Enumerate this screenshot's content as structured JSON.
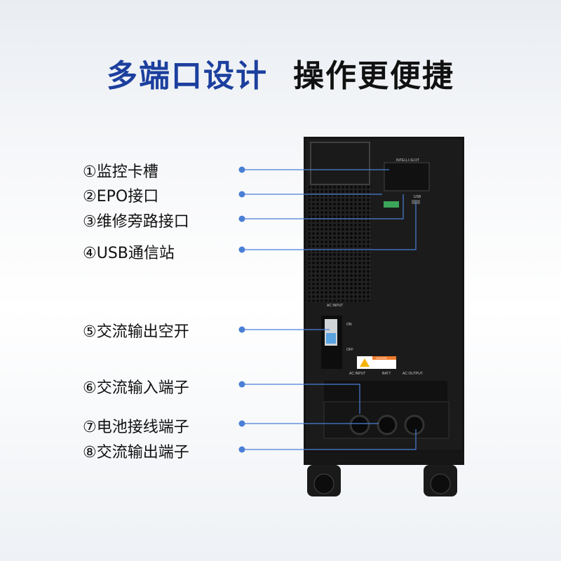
{
  "title": {
    "part1": "多端口设计",
    "part2": "操作更便捷"
  },
  "features": [
    {
      "label": "①监控卡槽"
    },
    {
      "label": "②EPO接口"
    },
    {
      "label": "③维修旁路接口"
    },
    {
      "label": "④USB通信站"
    },
    {
      "label": "⑤交流输出空开"
    },
    {
      "label": "⑥交流输入端子"
    },
    {
      "label": "⑦电池接线端子"
    },
    {
      "label": "⑧交流输出端子"
    }
  ],
  "device": {
    "slot_label": "INTELLI-SLOT",
    "usb_label": "USB",
    "breaker_title": "AC INPUT",
    "on": "ON",
    "off": "OFF",
    "caution": "CAUTION",
    "term_in": "AC INPUT",
    "term_batt": "BATT",
    "term_out": "AC OUTPUT"
  },
  "colors": {
    "accent": "#1c3f9e",
    "line": "#4a7fd6"
  }
}
